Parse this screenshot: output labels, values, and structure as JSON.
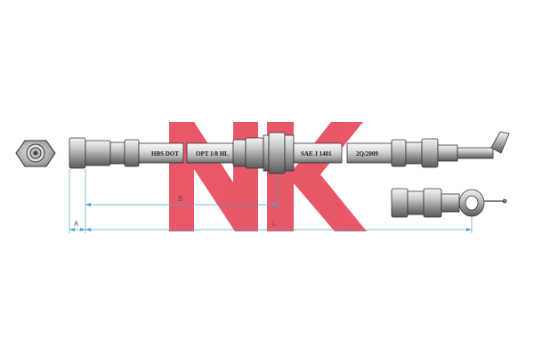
{
  "hose_markings": [
    "HBS DOT",
    "OPT 1/8 HL",
    "SAE J 1401",
    "2Q/2009"
  ],
  "dimension_labels": {
    "a": "A",
    "b": "B",
    "l": "L"
  },
  "logo": {
    "text": "NK",
    "color": "#e53a4e"
  },
  "colors": {
    "dimension_line": "#4aa3c9",
    "outline": "#333333",
    "metal_light": "#e6e6e6",
    "metal_dark": "#8a8a8a"
  }
}
